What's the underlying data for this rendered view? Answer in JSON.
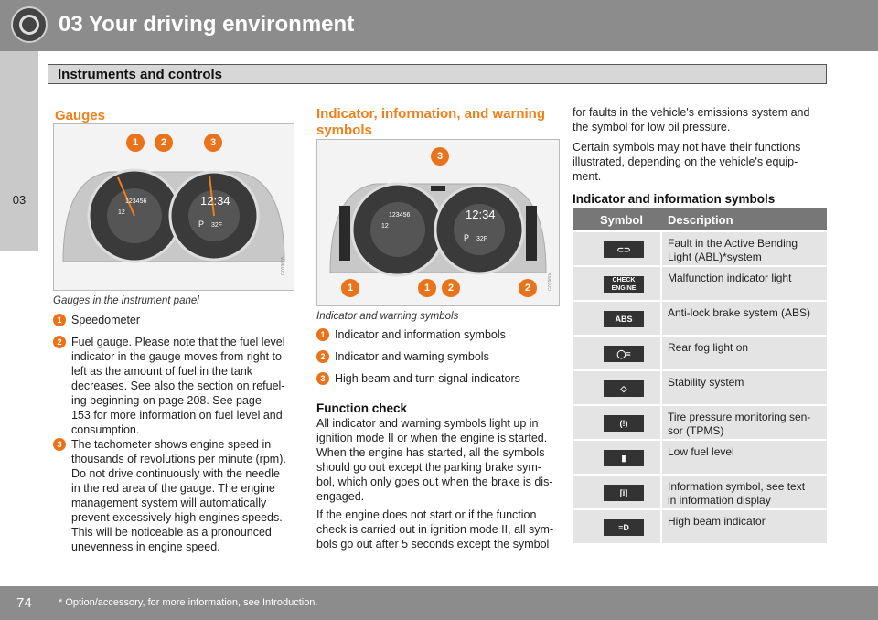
{
  "header": {
    "chapter_title": "03 Your driving environment"
  },
  "sidebar": {
    "chapter_number": "03"
  },
  "section": {
    "title": "Instruments and controls"
  },
  "gauges": {
    "heading": "Gauges",
    "figure": {
      "callouts": [
        "1",
        "2",
        "3"
      ],
      "odometer": "123456",
      "trip": "12",
      "clock": "12:34",
      "gear": "P",
      "temp": "32F",
      "code": "G019605"
    },
    "caption": "Gauges in the instrument panel",
    "items": [
      {
        "num": "1",
        "lines": [
          "Speedometer"
        ]
      },
      {
        "num": "2",
        "lines": [
          "Fuel gauge. Please note that the fuel level",
          "indicator in the gauge moves from right to",
          "left as the amount of fuel in the tank",
          "decreases. See also the section on refuel-",
          "ing beginning on page 208. See page",
          "153 for more information on fuel level and",
          "consumption."
        ]
      },
      {
        "num": "3",
        "lines": [
          "The tachometer shows engine speed in",
          "thousands of revolutions per minute (rpm).",
          "Do not drive continuously with the needle",
          "in the red area of the gauge. The engine",
          "management system will automatically",
          "prevent excessively high engines speeds.",
          "This will be noticeable as a pronounced",
          "unevenness in engine speed."
        ]
      }
    ]
  },
  "indicators": {
    "heading_lines": [
      "Indicator, information, and warning",
      "symbols"
    ],
    "figure": {
      "callouts_top": [
        "3"
      ],
      "callouts_bottom": [
        "1",
        "1",
        "2",
        "2"
      ],
      "odometer": "123456",
      "trip": "12",
      "clock": "12:34",
      "gear": "P",
      "temp": "32F",
      "code": "G019604"
    },
    "caption": "Indicator and warning symbols",
    "items": [
      {
        "num": "1",
        "text": "Indicator and information symbols"
      },
      {
        "num": "2",
        "text": "Indicator and warning symbols"
      },
      {
        "num": "3",
        "text": "High beam and turn signal indicators"
      }
    ],
    "function_check": {
      "heading": "Function check",
      "para1_lines": [
        "All indicator and warning symbols light up in",
        "ignition mode II or when the engine is started.",
        "When the engine has started, all the symbols",
        "should go out except the parking brake sym-",
        "bol, which only goes out when the brake is dis-",
        "engaged."
      ],
      "para2_lines": [
        "If the engine does not start or if the function",
        "check is carried out in ignition mode II, all sym-",
        "bols go out after 5 seconds except the symbol"
      ]
    }
  },
  "right_column": {
    "para1_lines": [
      "for faults in the vehicle's emissions system and",
      "the symbol for low oil pressure."
    ],
    "para2_lines": [
      "Certain symbols may not have their functions",
      "illustrated, depending on the vehicle's equip-",
      "ment."
    ],
    "table_heading": "Indicator and information symbols",
    "table": {
      "headers": [
        "Symbol",
        "Description"
      ],
      "rows": [
        {
          "icon": "abl-icon",
          "glyph": "⊂⊃",
          "desc": [
            "Fault in the Active Bending",
            "Light (ABL)*system"
          ]
        },
        {
          "icon": "check-engine-icon",
          "glyph": "CHECK ENGINE",
          "desc": [
            "Malfunction indicator light"
          ]
        },
        {
          "icon": "abs-icon",
          "glyph": "ABS",
          "desc": [
            "Anti-lock brake system (ABS)"
          ]
        },
        {
          "icon": "rear-fog-light-icon",
          "glyph": "◯≡",
          "desc": [
            "Rear fog light on"
          ]
        },
        {
          "icon": "stability-system-icon",
          "glyph": "◇",
          "desc": [
            "Stability system"
          ]
        },
        {
          "icon": "tire-pressure-icon",
          "glyph": "(!)",
          "desc": [
            "Tire pressure monitoring sen-",
            "sor (TPMS)"
          ]
        },
        {
          "icon": "low-fuel-icon",
          "glyph": "▮",
          "desc": [
            "Low fuel level"
          ]
        },
        {
          "icon": "information-icon",
          "glyph": "[i]",
          "desc": [
            "Information symbol, see text",
            "in information display"
          ]
        },
        {
          "icon": "high-beam-icon",
          "glyph": "≡D",
          "desc": [
            "High beam indicator"
          ]
        }
      ]
    }
  },
  "footer": {
    "page_number": "74",
    "footnote": "* Option/accessory, for more information, see Introduction."
  },
  "colors": {
    "accent": "#f07f1a",
    "header_bg": "#8c8c8c",
    "table_header": "#777777",
    "table_row": "#e4e4e4"
  }
}
